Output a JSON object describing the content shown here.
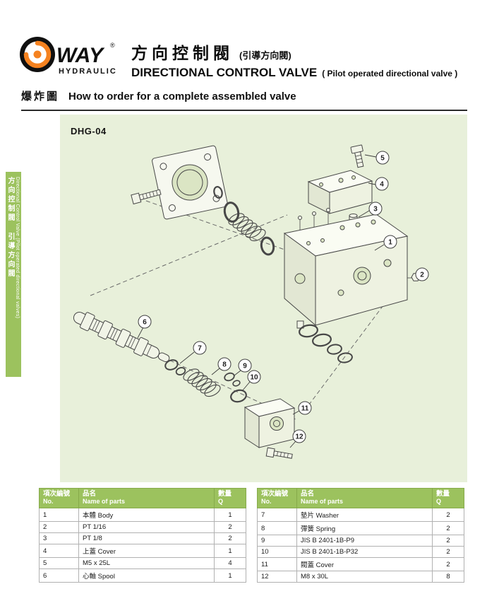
{
  "logo": {
    "way": "WAY",
    "reg": "®",
    "sub": "HYDRAULIC"
  },
  "header": {
    "title_zh": "方向控制閥",
    "title_zh_paren": "(引導方向閥)",
    "title_en": "DIRECTIONAL CONTROL VALVE",
    "title_en_paren": "( Pilot operated directional valve )"
  },
  "section": {
    "zh": "爆炸圖",
    "en": "How to order for a complete assembled valve"
  },
  "sidebar": {
    "zh": "方向控制閥 引導方向閥",
    "en": "Directional Control Valve (Pilot operated directional valves)"
  },
  "diagram": {
    "model": "DHG-04",
    "callouts": [
      "1",
      "2",
      "3",
      "4",
      "5",
      "6",
      "7",
      "8",
      "9",
      "10",
      "11",
      "12"
    ]
  },
  "tables": [
    {
      "headers": [
        {
          "zh": "項次編號",
          "en": "No."
        },
        {
          "zh": "品名",
          "en": "Name of parts"
        },
        {
          "zh": "數量",
          "en": "Q"
        }
      ],
      "rows": [
        {
          "no": "1",
          "name": "本體 Body",
          "qty": "1"
        },
        {
          "no": "2",
          "name": "PT 1/16",
          "qty": "2"
        },
        {
          "no": "3",
          "name": "PT 1/8",
          "qty": "2"
        },
        {
          "no": "4",
          "name": "上蓋 Cover",
          "qty": "1"
        },
        {
          "no": "5",
          "name": "M5 x 25L",
          "qty": "4"
        },
        {
          "no": "6",
          "name": "心軸 Spool",
          "qty": "1"
        }
      ]
    },
    {
      "headers": [
        {
          "zh": "項次編號",
          "en": "No."
        },
        {
          "zh": "品名",
          "en": "Name of parts"
        },
        {
          "zh": "數量",
          "en": "Q"
        }
      ],
      "rows": [
        {
          "no": "7",
          "name": "墊片 Washer",
          "qty": "2"
        },
        {
          "no": "8",
          "name": "彈簧 Spring",
          "qty": "2"
        },
        {
          "no": "9",
          "name": "JIS B 2401-1B-P9",
          "qty": "2"
        },
        {
          "no": "10",
          "name": "JIS B 2401-1B-P32",
          "qty": "2"
        },
        {
          "no": "11",
          "name": "閥蓋 Cover",
          "qty": "2"
        },
        {
          "no": "12",
          "name": "M8 x 30L",
          "qty": "8"
        }
      ]
    }
  ]
}
